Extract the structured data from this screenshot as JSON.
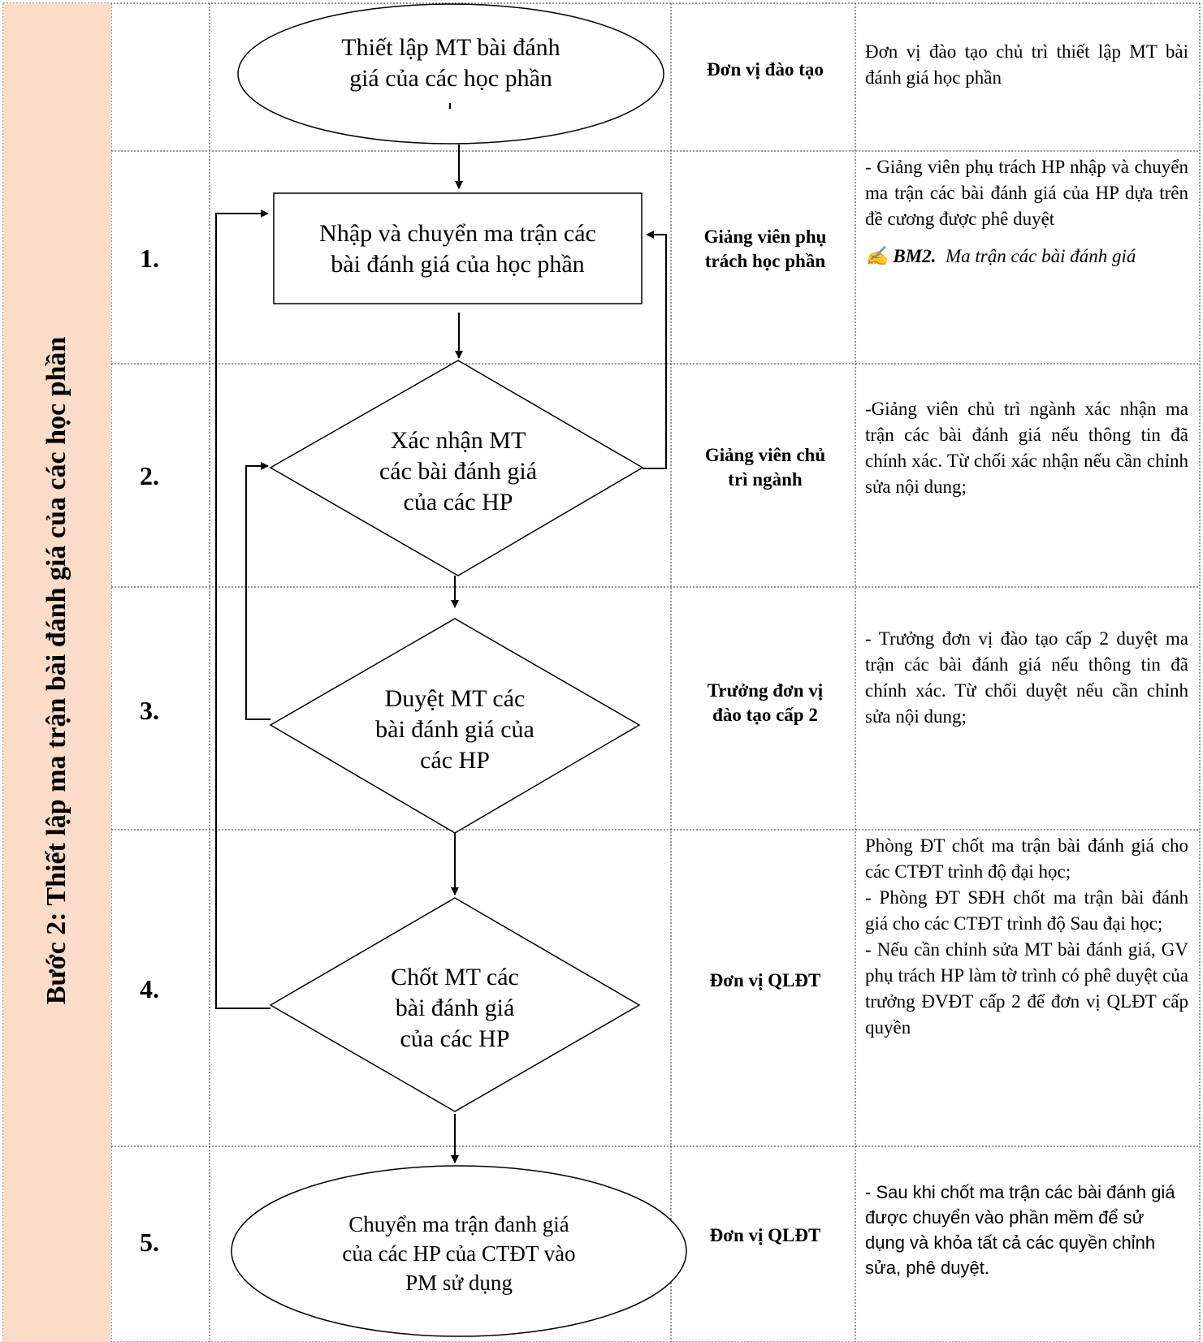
{
  "section_title": "Bước 2: Thiết lập ma trận bài đánh giá của các học phần",
  "rows": [
    {
      "step": "",
      "node": [
        "Thiết lập MT  bài đánh",
        "giá của các học phần"
      ],
      "role": [
        "Đơn vị đào tạo"
      ],
      "desc": [
        "Đơn vị đào tạo chủ trì thiết lập MT bài đánh giá học phần"
      ]
    },
    {
      "step": "1.",
      "node": [
        "Nhập và chuyển ma trận các",
        "bài đánh giá của học phần"
      ],
      "role": [
        "Giảng viên phụ",
        "trách học phần"
      ],
      "desc": [
        "- Giảng viên phụ trách HP nhập và chuyển ma trận các bài đánh giá của HP dựa trên đề cương được phê duyệt"
      ],
      "form_icon": "writing-hand-icon",
      "form_code": "BM2.",
      "form_name": "Ma trận các bài đánh giá"
    },
    {
      "step": "2.",
      "node": [
        "Xác nhận MT",
        "các bài đánh giá",
        "của các HP"
      ],
      "role": [
        "Giảng viên chủ",
        "trì ngành"
      ],
      "desc": [
        "-Giảng viên chủ trì ngành xác nhận ma trận các bài đánh giá nếu thông tin đã chính xác. Từ chối xác nhận nếu cần  chỉnh sửa nội dung;"
      ]
    },
    {
      "step": "3.",
      "node": [
        "Duyệt MT các",
        "bài đánh giá của",
        "các HP"
      ],
      "role": [
        "Trưởng đơn vị",
        "đào tạo cấp 2"
      ],
      "desc": [
        "-  Trưởng đơn vị đào tạo cấp 2 duyệt ma trận các bài đánh giá nếu thông tin đã chính xác. Từ chối duyệt nếu cần  chỉnh sửa nội dung;"
      ]
    },
    {
      "step": "4.",
      "node": [
        "Chốt MT các",
        "bài đánh giá",
        "của các HP"
      ],
      "role": [
        "Đơn vị QLĐT"
      ],
      "desc": [
        "Phòng ĐT chốt ma trận bài đánh giá cho các CTĐT trình độ đại học;",
        "- Phòng ĐT SĐH chốt ma trận bài đánh giá cho các CTĐT trình độ Sau đại học;",
        "- Nếu cần chỉnh sửa MT bài đánh giá, GV phụ trách HP làm tờ trình có phê duyệt của trưởng ĐVĐT cấp 2 để đơn vị QLĐT cấp quyền"
      ]
    },
    {
      "step": "5.",
      "node": [
        "Chuyển ma trận đanh giá",
        "của các HP  của CTĐT vào",
        "PM sử dụng"
      ],
      "role": [
        "Đơn vị QLĐT"
      ],
      "desc": [
        "- Sau khi chốt ma trận các bài đánh giá được chuyển vào phần mềm để sử dụng và khỏa tất cả các quyền chỉnh sửa, phê duyệt."
      ]
    }
  ],
  "colors": {
    "side_band": "#fbdcc9",
    "grid": "#333333",
    "shape_stroke": "#000000"
  }
}
